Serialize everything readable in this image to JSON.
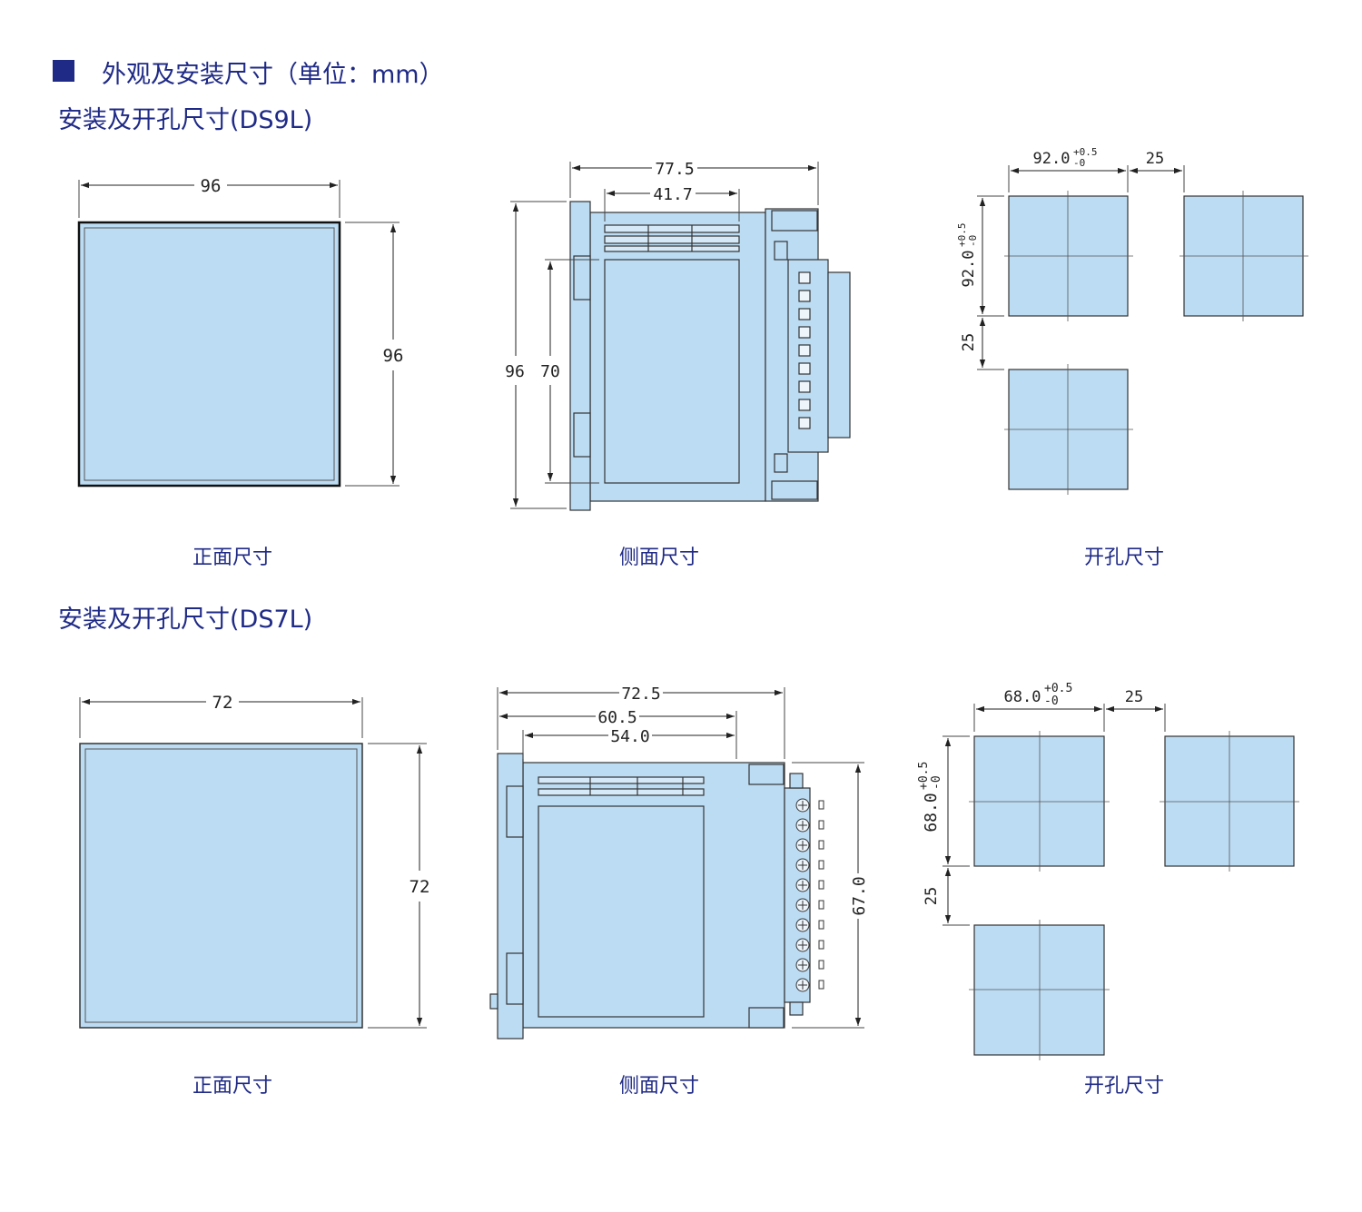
{
  "section_title": "外观及安装尺寸（单位：mm）",
  "colors": {
    "accent": "#1f2a86",
    "panel_fill": "#bcdcf3",
    "line": "#333333"
  },
  "ds9l": {
    "title": "安装及开孔尺寸(DS9L)",
    "front": {
      "caption": "正面尺寸",
      "width": "96",
      "height": "96"
    },
    "side": {
      "caption": "侧面尺寸",
      "total_depth": "77.5",
      "body_depth": "41.7",
      "height_outer": "96",
      "height_inner": "70"
    },
    "cutout": {
      "caption": "开孔尺寸",
      "size": "92.0",
      "tol_plus": "+0.5",
      "tol_minus": "-0",
      "gap": "25"
    }
  },
  "ds7l": {
    "title": "安装及开孔尺寸(DS7L)",
    "front": {
      "caption": "正面尺寸",
      "width": "72",
      "height": "72"
    },
    "side": {
      "caption": "侧面尺寸",
      "total_depth": "72.5",
      "depth_mid": "60.5",
      "depth_inner": "54.0",
      "height": "67.0"
    },
    "cutout": {
      "caption": "开孔尺寸",
      "size": "68.0",
      "tol_plus": "+0.5",
      "tol_minus": "-0",
      "gap": "25"
    }
  }
}
